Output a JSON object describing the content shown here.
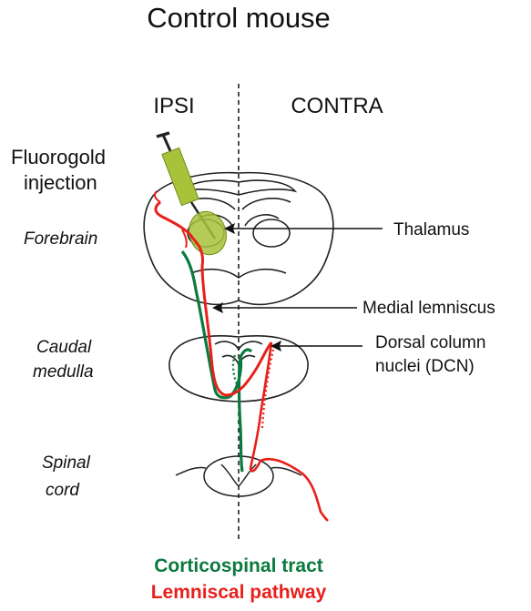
{
  "title": "Control mouse",
  "columns": {
    "ipsi": "IPSI",
    "contra": "CONTRA"
  },
  "injection_label": [
    "Fluorogold",
    "injection"
  ],
  "regions": {
    "forebrain": "Forebrain",
    "caudal_medulla": [
      "Caudal",
      "medulla"
    ],
    "spinal_cord": [
      "Spinal",
      "cord"
    ]
  },
  "annotations": {
    "thalamus": "Thalamus",
    "medial_lemniscus": "Medial lemniscus",
    "dcn": [
      "Dorsal column",
      "nuclei (DCN)"
    ]
  },
  "legend": {
    "corticospinal": "Corticospinal tract",
    "lemniscal": "Lemniscal pathway"
  },
  "colors": {
    "corticospinal": "#0b7a3e",
    "lemniscal": "#e8201c",
    "syringe": "#a8c23a",
    "injection_site": "#a8c23a",
    "outline": "#222222"
  }
}
